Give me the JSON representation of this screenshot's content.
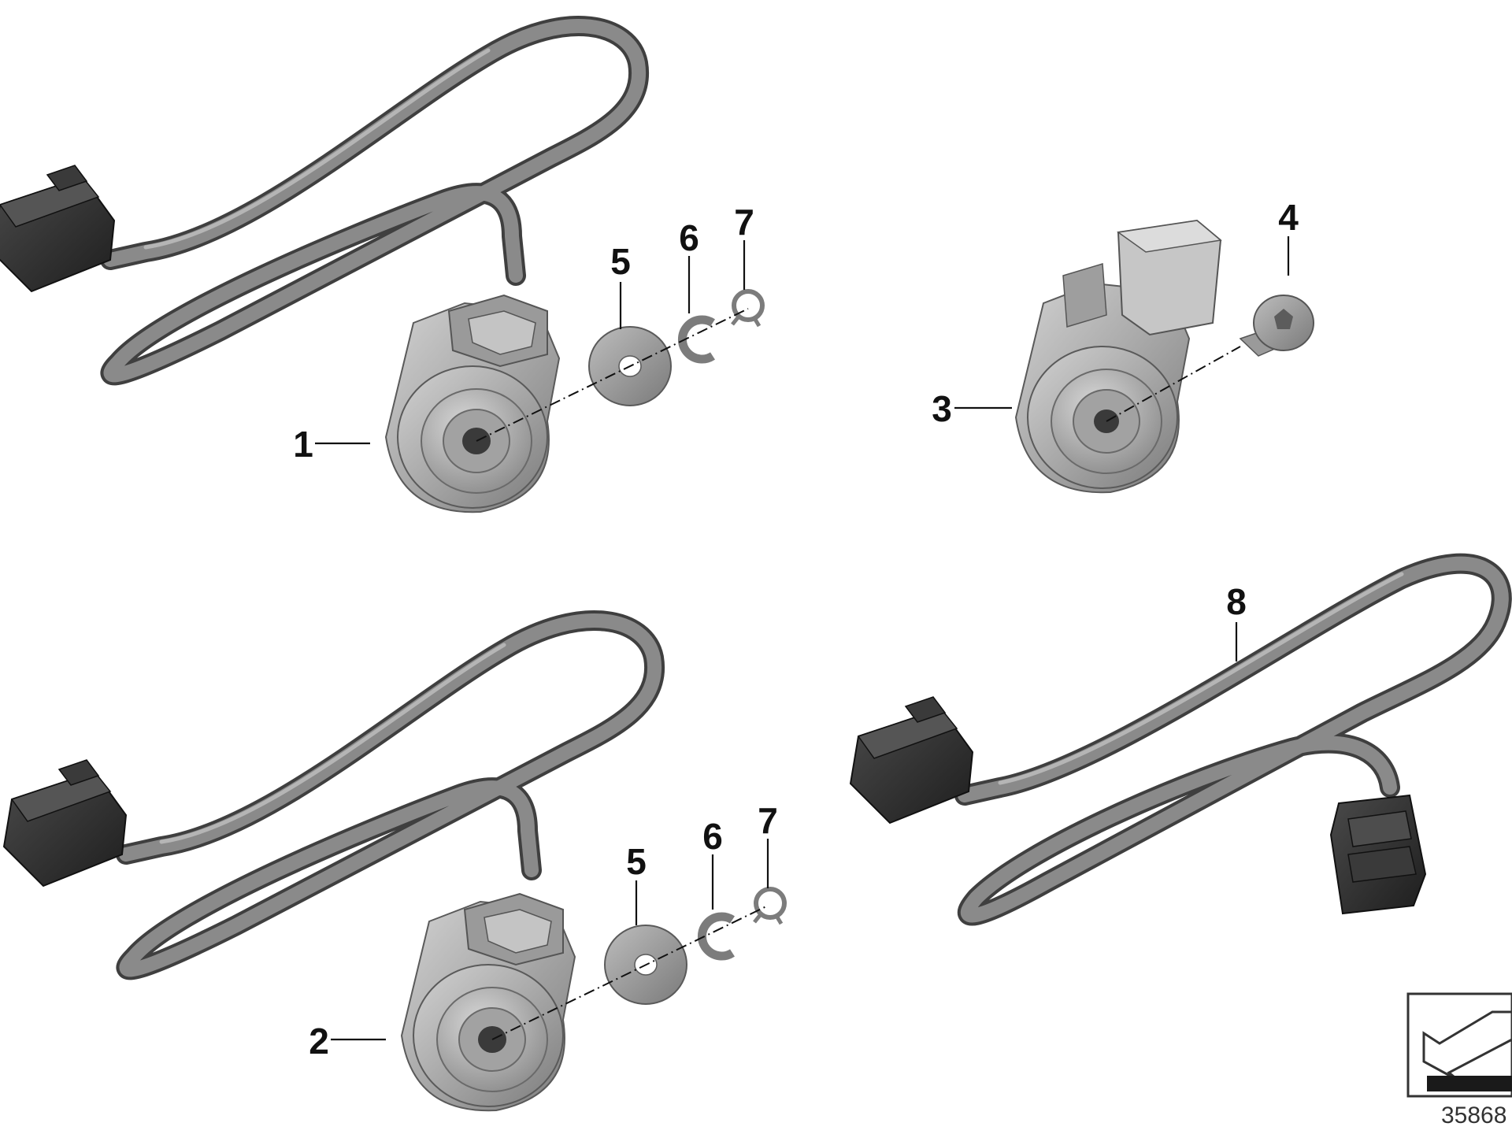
{
  "callouts": {
    "c1": "1",
    "c2": "2",
    "c3": "3",
    "c4": "4",
    "c5a": "5",
    "c6a": "6",
    "c7a": "7",
    "c5b": "5",
    "c6b": "6",
    "c7b": "7",
    "c8": "8"
  },
  "reference_number": "35868",
  "colors": {
    "part_grey": "#a9a9a9",
    "part_dark": "#2d2d2d",
    "cable_grey": "#8a8a8a",
    "line": "#111111"
  }
}
